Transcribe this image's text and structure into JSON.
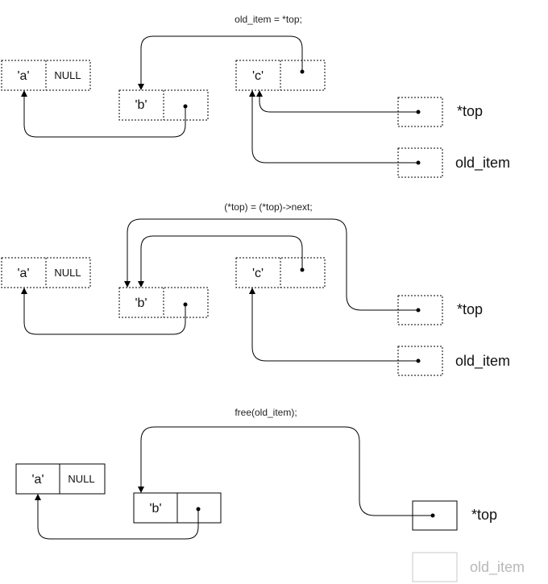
{
  "panels": [
    {
      "caption": "old_item = *top;",
      "a_value": "'a'",
      "a_next": "NULL",
      "b_value": "'b'",
      "c_value": "'c'",
      "top_label": "*top",
      "old_item_label": "old_item"
    },
    {
      "caption": "(*top) = (*top)->next;",
      "a_value": "'a'",
      "a_next": "NULL",
      "b_value": "'b'",
      "c_value": "'c'",
      "top_label": "*top",
      "old_item_label": "old_item"
    },
    {
      "caption": "free(old_item);",
      "a_value": "'a'",
      "a_next": "NULL",
      "b_value": "'b'",
      "top_label": "*top",
      "old_item_label": "old_item"
    }
  ]
}
